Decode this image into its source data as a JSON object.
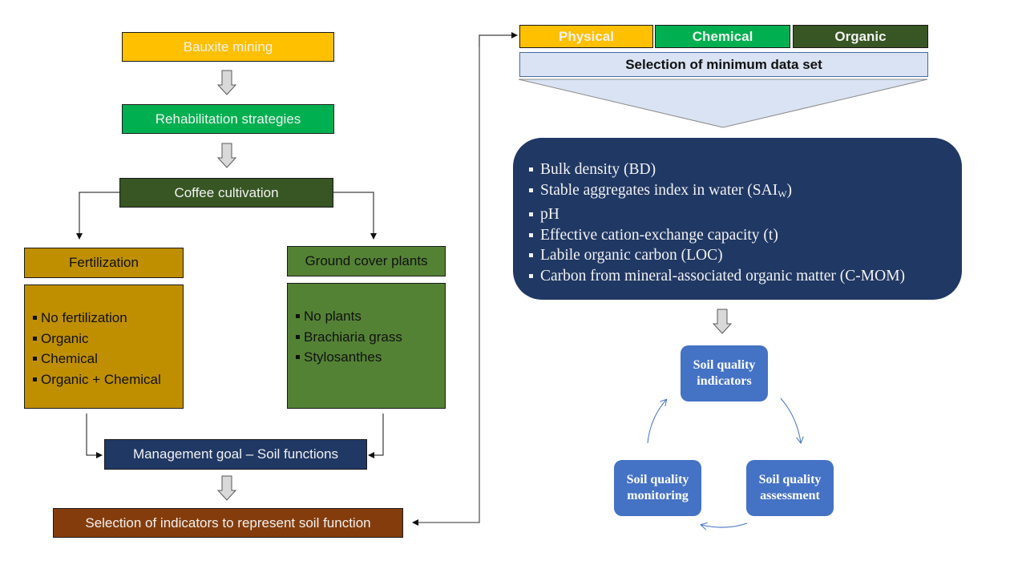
{
  "left_flow": {
    "bauxite_mining": "Bauxite mining",
    "rehabilitation": "Rehabilitation strategies",
    "coffee": "Coffee cultivation",
    "fertilization": {
      "title": "Fertilization",
      "items": [
        "No fertilization",
        "Organic",
        "Chemical",
        "Organic + Chemical"
      ]
    },
    "ground_cover": {
      "title": "Ground cover plants",
      "items": [
        "No plants",
        "Brachiaria grass",
        "Stylosanthes"
      ]
    },
    "management_goal": "Management goal – Soil functions",
    "selection_indicators": "Selection of indicators to represent soil function"
  },
  "right_flow": {
    "categories": [
      {
        "label": "Physical",
        "color": "#ffc000"
      },
      {
        "label": "Chemical",
        "color": "#00b050"
      },
      {
        "label": "Organic",
        "color": "#375623"
      }
    ],
    "mds_label": "Selection of minimum data set",
    "indicators": [
      {
        "text": "Bulk density (BD)",
        "sub": ""
      },
      {
        "text": "Stable aggregates  index in water (SAI",
        "sub": "W",
        "after": ")"
      },
      {
        "text": "pH",
        "sub": ""
      },
      {
        "text": "Effective cation-exchange  capacity  (t)",
        "sub": ""
      },
      {
        "text": "Labile organic carbon (LOC)",
        "sub": ""
      },
      {
        "text": "Carbon from mineral-associated  organic matter (C-MOM)",
        "sub": ""
      }
    ],
    "cycle": {
      "indicators": "Soil quality indicators",
      "assessment": "Soil quality assessment",
      "monitoring": "Soil quality monitoring"
    }
  },
  "colors": {
    "bauxite": "#ffc000",
    "rehab": "#00b050",
    "coffee": "#375623",
    "fertilization": "#bf8f00",
    "ground_cover": "#548235",
    "management": "#203864",
    "selection": "#843c0c",
    "mds": "#dae3f3",
    "indicator_box": "#203864",
    "cycle_box": "#4472c4"
  }
}
